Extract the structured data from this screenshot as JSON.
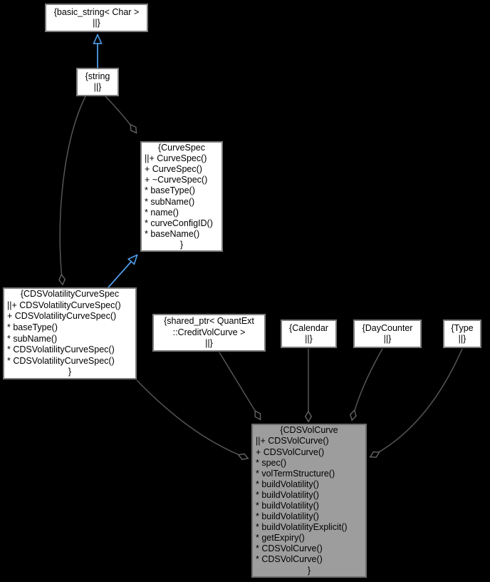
{
  "diagram": {
    "kind": "uml-collaboration-graph",
    "background_color": "#000000",
    "colors": {
      "node_fill": "#ffffff",
      "node_border": "#7d7d7d",
      "focus_node_fill": "#9d9d9d",
      "focus_node_border": "#6e6e6e",
      "text": "#000000",
      "aggregation_edge": "#565656",
      "inheritance_edge": "#4f9ce8"
    },
    "nodes": {
      "basic_string": {
        "lines": [
          "{basic_string< Char >",
          "||}"
        ]
      },
      "string": {
        "lines": [
          "{string",
          "||}"
        ]
      },
      "curve_spec": {
        "title": "{CurveSpec",
        "members": [
          "||+ CurveSpec()",
          "+ CurveSpec()",
          "+ ~CurveSpec()",
          "* baseType()",
          "* subName()",
          "* name()",
          "* curveConfigID()",
          "* baseName()"
        ],
        "close": "}"
      },
      "cds_volatility_curve_spec": {
        "title": "{CDSVolatilityCurveSpec",
        "members": [
          "||+ CDSVolatilityCurveSpec()",
          "+ CDSVolatilityCurveSpec()",
          "* baseType()",
          "* subName()",
          "* CDSVolatilityCurveSpec()",
          "* CDSVolatilityCurveSpec()"
        ],
        "close": "}"
      },
      "shared_ptr": {
        "lines": [
          "{shared_ptr< QuantExt",
          "::CreditVolCurve >",
          "||}"
        ]
      },
      "calendar": {
        "lines": [
          "{Calendar",
          "||}"
        ]
      },
      "day_counter": {
        "lines": [
          "{DayCounter",
          "||}"
        ]
      },
      "type": {
        "lines": [
          "{Type",
          "||}"
        ]
      },
      "cds_vol_curve": {
        "title": "{CDSVolCurve",
        "members": [
          "||+ CDSVolCurve()",
          "+ CDSVolCurve()",
          "* spec()",
          "* volTermStructure()",
          "* buildVolatility()",
          "* buildVolatility()",
          "* buildVolatility()",
          "* buildVolatility()",
          "* buildVolatilityExplicit()",
          "* getExpiry()",
          "* CDSVolCurve()",
          "* CDSVolCurve()"
        ],
        "close": "}"
      }
    },
    "edges": [
      {
        "from": "string",
        "to": "basic_string",
        "type": "inheritance"
      },
      {
        "from": "cds_volatility_curve_spec",
        "to": "curve_spec",
        "type": "inheritance"
      },
      {
        "from": "string",
        "to": "curve_spec",
        "type": "aggregation"
      },
      {
        "from": "string",
        "to": "cds_volatility_curve_spec",
        "type": "aggregation"
      },
      {
        "from": "cds_volatility_curve_spec",
        "to": "cds_vol_curve",
        "type": "aggregation"
      },
      {
        "from": "shared_ptr",
        "to": "cds_vol_curve",
        "type": "aggregation"
      },
      {
        "from": "calendar",
        "to": "cds_vol_curve",
        "type": "aggregation"
      },
      {
        "from": "day_counter",
        "to": "cds_vol_curve",
        "type": "aggregation"
      },
      {
        "from": "type",
        "to": "cds_vol_curve",
        "type": "aggregation"
      }
    ]
  }
}
